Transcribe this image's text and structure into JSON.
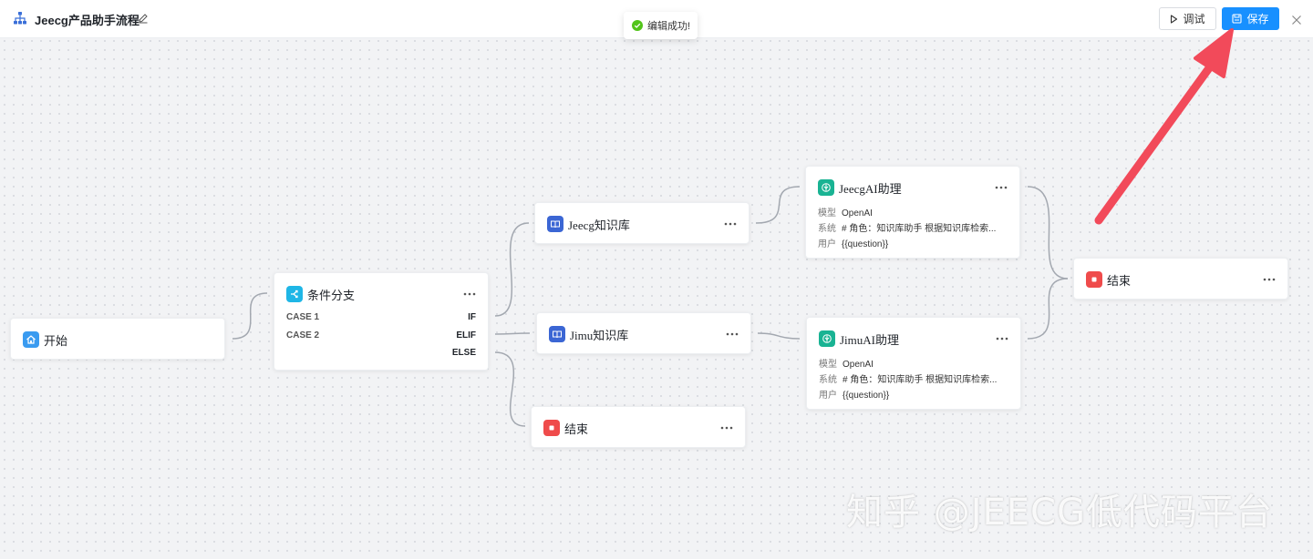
{
  "header": {
    "title": "Jeecg产品助手流程",
    "debug_label": "调试",
    "save_label": "保存"
  },
  "toast": {
    "message": "编辑成功!"
  },
  "nodes": {
    "start": {
      "title": "开始"
    },
    "branch": {
      "title": "条件分支",
      "cases": [
        {
          "label": "CASE 1",
          "cond": "IF"
        },
        {
          "label": "CASE 2",
          "cond": "ELIF"
        },
        {
          "label": "",
          "cond": "ELSE"
        }
      ]
    },
    "kb_jeecg": {
      "title": "Jeecg知识库"
    },
    "kb_jimu": {
      "title": "Jimu知识库"
    },
    "end_mid": {
      "title": "结束"
    },
    "ai_jeecg": {
      "title": "JeecgAI助理",
      "model_key": "模型",
      "model": "OpenAI",
      "system_key": "系统",
      "system": "# 角色：知识库助手 根据知识库检索...",
      "user_key": "用户",
      "user": "{{question}}"
    },
    "ai_jimu": {
      "title": "JimuAI助理",
      "model_key": "模型",
      "model": "OpenAI",
      "system_key": "系统",
      "system": "# 角色：知识库助手 根据知识库检索...",
      "user_key": "用户",
      "user": "{{question}}"
    },
    "end_final": {
      "title": "结束"
    }
  },
  "watermark": "知乎 @JEECG低代码平台",
  "colors": {
    "primary": "#1890ff",
    "start_icon": "#3a9bf0",
    "branch_icon": "#1fb6e6",
    "kb_icon": "#3b66d4",
    "ai_icon": "#19b393",
    "end_icon": "#ef4b4b",
    "arrow": "#f24a5a",
    "success": "#52c41a"
  }
}
